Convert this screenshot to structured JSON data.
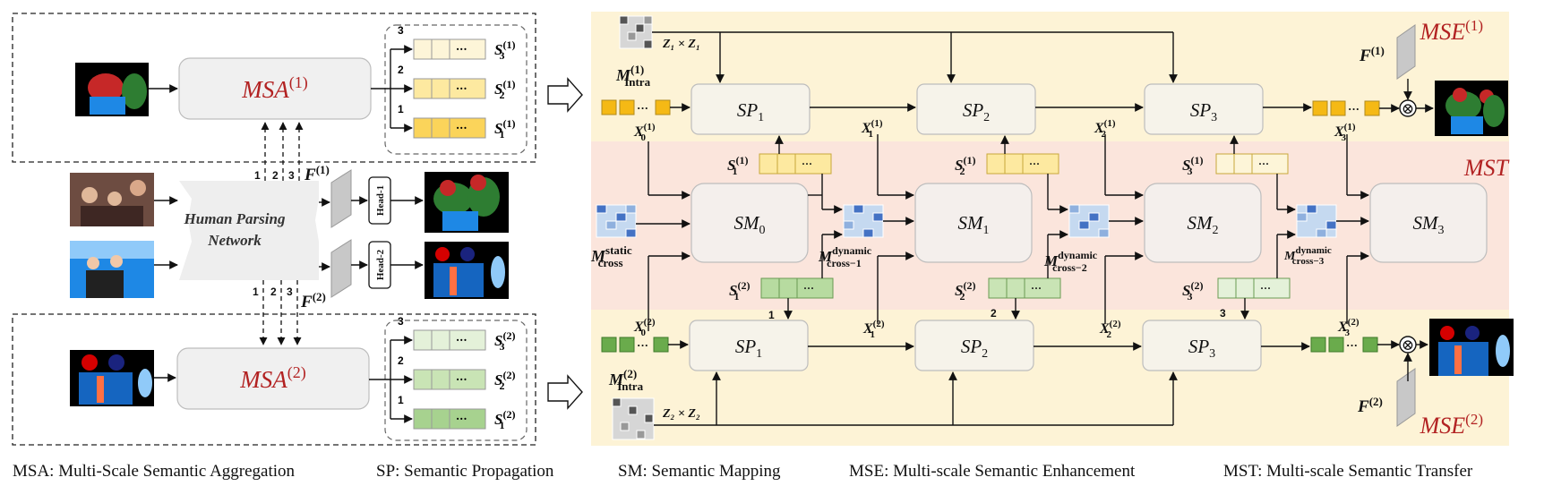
{
  "left": {
    "msa1": {
      "name": "MSA",
      "sup": "(1)"
    },
    "msa2": {
      "name": "MSA",
      "sup": "(2)"
    },
    "network": {
      "line1": "Human Parsing",
      "line2": "Network"
    },
    "head1": "Head-1",
    "head2": "Head-2",
    "f1": {
      "name": "F",
      "sup": "(1)"
    },
    "f2": {
      "name": "F",
      "sup": "(2)"
    },
    "scale_nums": [
      "1",
      "2",
      "3"
    ],
    "stack1": [
      {
        "num": "3",
        "name": "S",
        "sub": "3",
        "sup": "(1)",
        "dots": "···"
      },
      {
        "num": "2",
        "name": "S",
        "sub": "2",
        "sup": "(1)",
        "dots": "···"
      },
      {
        "num": "1",
        "name": "S",
        "sub": "1",
        "sup": "(1)",
        "dots": "···"
      }
    ],
    "stack2": [
      {
        "num": "3",
        "name": "S",
        "sub": "3",
        "sup": "(2)",
        "dots": "···"
      },
      {
        "num": "2",
        "name": "S",
        "sub": "2",
        "sup": "(2)",
        "dots": "···"
      },
      {
        "num": "1",
        "name": "S",
        "sub": "1",
        "sup": "(2)",
        "dots": "···"
      }
    ]
  },
  "right": {
    "mse1": {
      "name": "MSE",
      "sup": "(1)"
    },
    "mse2": {
      "name": "MSE",
      "sup": "(2)"
    },
    "mst": "MST",
    "sp_top": [
      {
        "name": "SP",
        "sub": "1"
      },
      {
        "name": "SP",
        "sub": "2"
      },
      {
        "name": "SP",
        "sub": "3"
      }
    ],
    "sp_bottom": [
      {
        "name": "SP",
        "sub": "1"
      },
      {
        "name": "SP",
        "sub": "2"
      },
      {
        "name": "SP",
        "sub": "3"
      }
    ],
    "sm": [
      {
        "name": "SM",
        "sub": "0"
      },
      {
        "name": "SM",
        "sub": "1"
      },
      {
        "name": "SM",
        "sub": "2"
      },
      {
        "name": "SM",
        "sub": "3"
      }
    ],
    "z1": "Z₁ × Z₁",
    "z2": "Z₂ × Z₂",
    "m_intra1": {
      "name": "M",
      "sub": "Intra",
      "sup": "(1)"
    },
    "m_intra2": {
      "name": "M",
      "sub": "Intra",
      "sup": "(2)"
    },
    "m_static": {
      "name": "M",
      "sub": "cross",
      "sup": "static"
    },
    "m_dynamic": [
      {
        "name": "M",
        "sub": "cross−1",
        "sup": "dynamic"
      },
      {
        "name": "M",
        "sub": "cross−2",
        "sup": "dynamic"
      },
      {
        "name": "M",
        "sub": "cross−3",
        "sup": "dynamic"
      }
    ],
    "x_top": [
      {
        "name": "X",
        "sub": "0",
        "sup": "(1)"
      },
      {
        "name": "X",
        "sub": "1",
        "sup": "(1)"
      },
      {
        "name": "X",
        "sub": "2",
        "sup": "(1)"
      },
      {
        "name": "X",
        "sub": "3",
        "sup": "(1)"
      }
    ],
    "x_bottom": [
      {
        "name": "X",
        "sub": "0",
        "sup": "(2)"
      },
      {
        "name": "X",
        "sub": "1",
        "sup": "(2)"
      },
      {
        "name": "X",
        "sub": "2",
        "sup": "(2)"
      },
      {
        "name": "X",
        "sub": "3",
        "sup": "(2)"
      }
    ],
    "s_top": [
      {
        "name": "S",
        "sub": "1",
        "sup": "(1)"
      },
      {
        "name": "S",
        "sub": "2",
        "sup": "(1)"
      },
      {
        "name": "S",
        "sub": "3",
        "sup": "(1)"
      }
    ],
    "s_bottom": [
      {
        "name": "S",
        "sub": "1",
        "sup": "(2)"
      },
      {
        "name": "S",
        "sub": "2",
        "sup": "(2)"
      },
      {
        "name": "S",
        "sub": "3",
        "sup": "(2)"
      }
    ],
    "scale_nums": [
      "1",
      "2",
      "3"
    ],
    "f1": {
      "name": "F",
      "sup": "(1)"
    },
    "f2": {
      "name": "F",
      "sup": "(2)"
    },
    "dots": "···",
    "otimes": "⊗"
  },
  "legend": [
    "MSA: Multi-Scale Semantic Aggregation",
    "SP: Semantic Propagation",
    "SM: Semantic Mapping",
    "MSE: Multi-scale Semantic Enhancement",
    "MST: Multi-scale Semantic Transfer"
  ],
  "colors": {
    "accent_red": "#b22222",
    "mse_bg": "#fdf3d6",
    "mst_bg": "#fbe5dc",
    "orange_token": "#f5b915",
    "yellow_cell": "#fde9a0",
    "pale_yellow_cell": "#fdf5d8",
    "green_token": "#6aab4c",
    "green_cell": "#b7dba0",
    "pale_green_cell": "#e4f1d9",
    "module_fill": "#f2f2f2"
  }
}
